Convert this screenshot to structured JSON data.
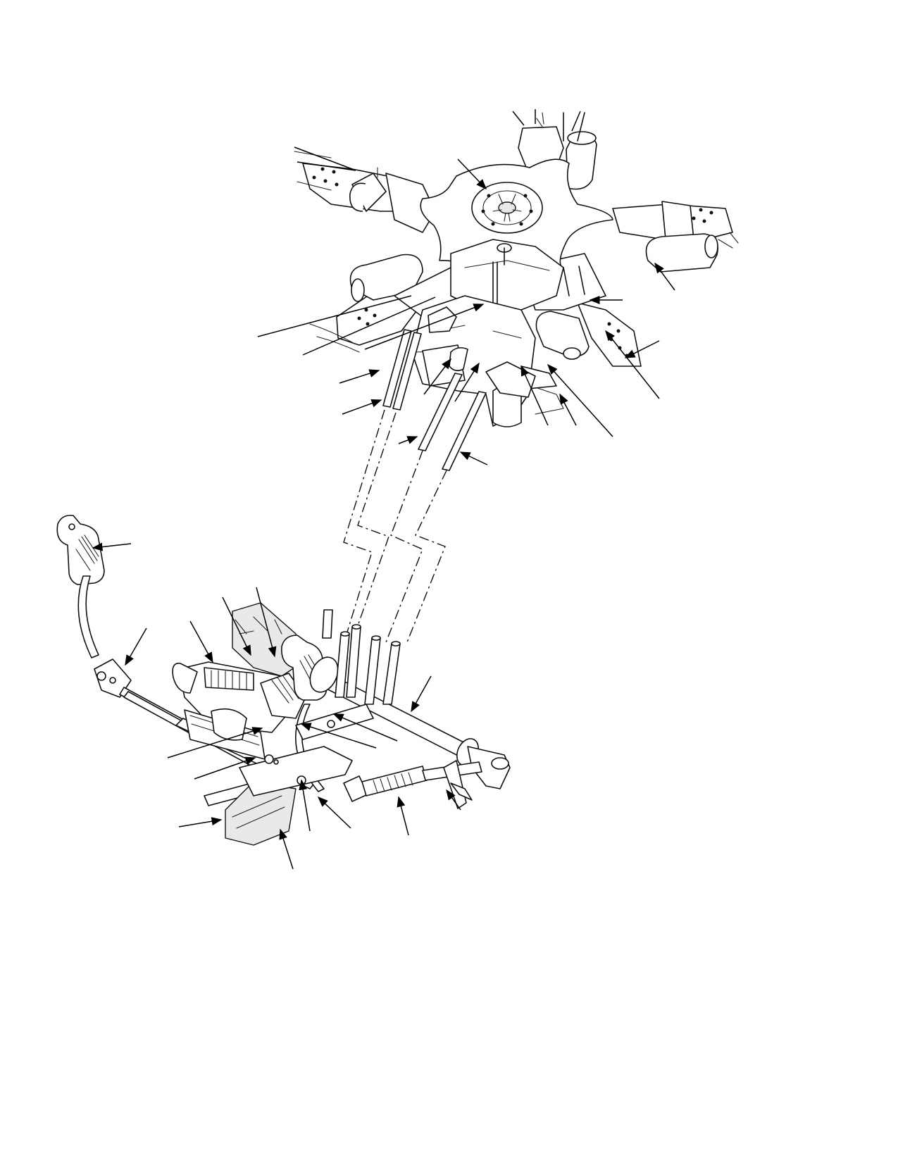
{
  "figure": {
    "description_text": "",
    "callouts": [
      {
        "id": "c1"
      },
      {
        "id": "c2"
      },
      {
        "id": "c3"
      },
      {
        "id": "c4"
      },
      {
        "id": "c5"
      },
      {
        "id": "c6"
      },
      {
        "id": "c7"
      },
      {
        "id": "c8"
      },
      {
        "id": "c9"
      },
      {
        "id": "c10"
      },
      {
        "id": "c11"
      },
      {
        "id": "c12"
      },
      {
        "id": "c13"
      },
      {
        "id": "c14"
      },
      {
        "id": "c15"
      },
      {
        "id": "c16"
      },
      {
        "id": "c17"
      },
      {
        "id": "c18"
      },
      {
        "id": "c19"
      },
      {
        "id": "c20"
      },
      {
        "id": "c21"
      },
      {
        "id": "c22"
      },
      {
        "id": "c23"
      },
      {
        "id": "c24"
      },
      {
        "id": "c25"
      },
      {
        "id": "c26"
      },
      {
        "id": "c27"
      },
      {
        "id": "c28"
      },
      {
        "id": "c29"
      },
      {
        "id": "c30"
      },
      {
        "id": "c31"
      },
      {
        "id": "c32"
      },
      {
        "id": "c33"
      },
      {
        "id": "c34"
      },
      {
        "id": "c35"
      },
      {
        "id": "c36"
      },
      {
        "id": "c37"
      },
      {
        "id": "c38"
      }
    ],
    "colors": {
      "line": "#111111",
      "background": "#ffffff",
      "shade": "#e9e9e9"
    }
  }
}
